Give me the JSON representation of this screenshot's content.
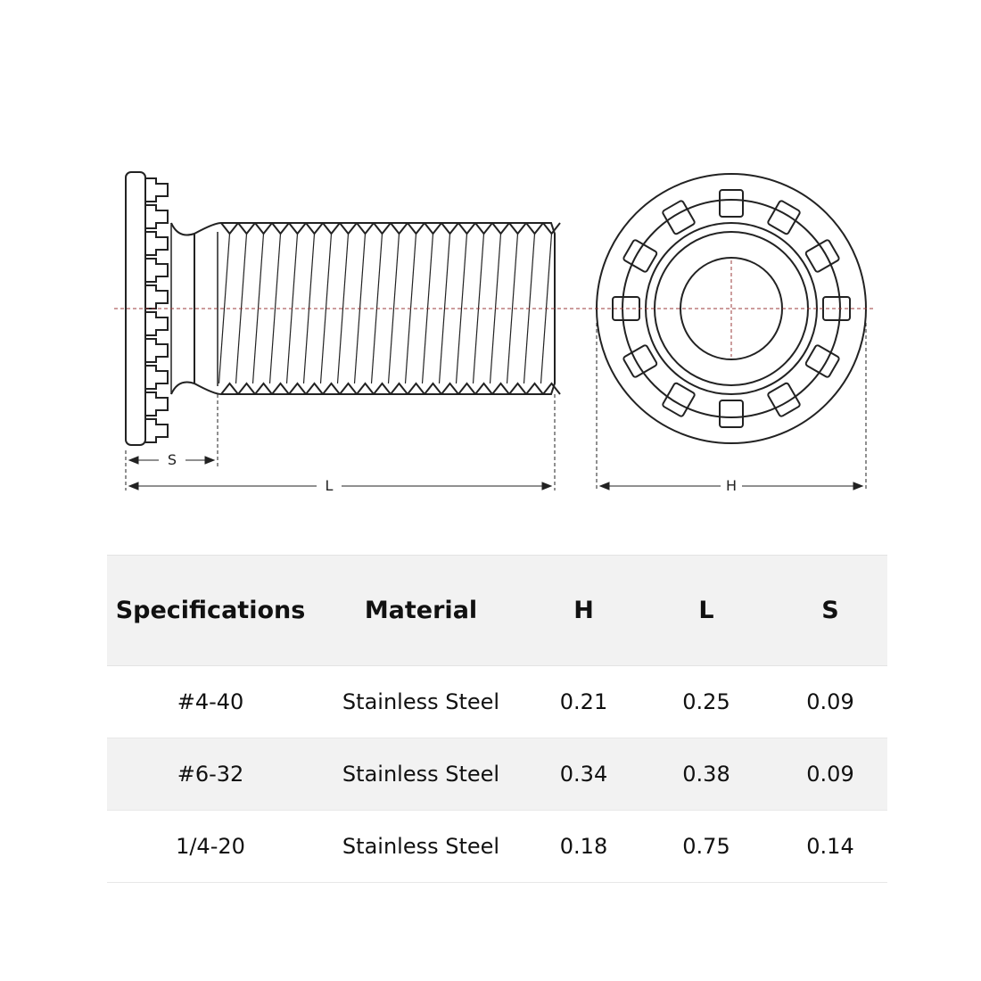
{
  "diagram": {
    "dimension_labels": {
      "s": "S",
      "l": "L",
      "h": "H"
    }
  },
  "table": {
    "headers": [
      "Specifications",
      "Material",
      "H",
      "L",
      "S"
    ],
    "rows": [
      [
        "#4-40",
        "Stainless Steel",
        "0.21",
        "0.25",
        "0.09"
      ],
      [
        "#6-32",
        "Stainless Steel",
        "0.34",
        "0.38",
        "0.09"
      ],
      [
        "1/4-20",
        "Stainless Steel",
        "0.18",
        "0.75",
        "0.14"
      ]
    ]
  },
  "colors": {
    "line": "#222222",
    "centerline": "#9b3b3b",
    "header_bg": "#f2f2f2"
  }
}
